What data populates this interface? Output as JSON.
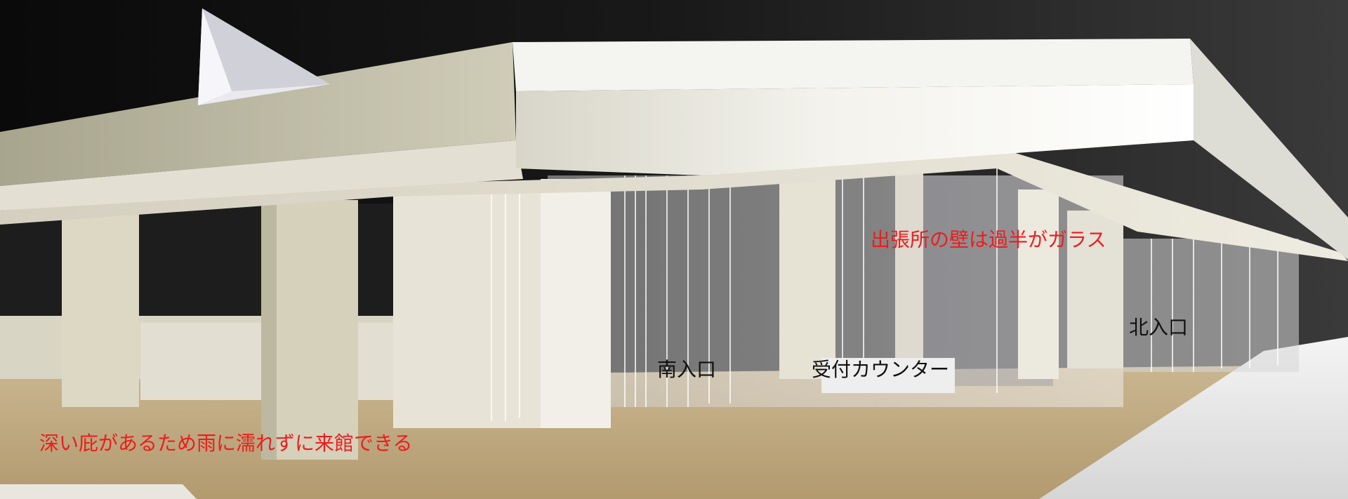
{
  "annotations": {
    "eaves_note": "深い庇があるため雨に濡れずに来館できる",
    "glass_note": "出張所の壁は過半がガラス",
    "south_entrance": "南入口",
    "reception_counter": "受付カウンター",
    "north_entrance": "北入口"
  },
  "colors": {
    "note_red": "#ee1c1c",
    "label_black": "#111111"
  }
}
